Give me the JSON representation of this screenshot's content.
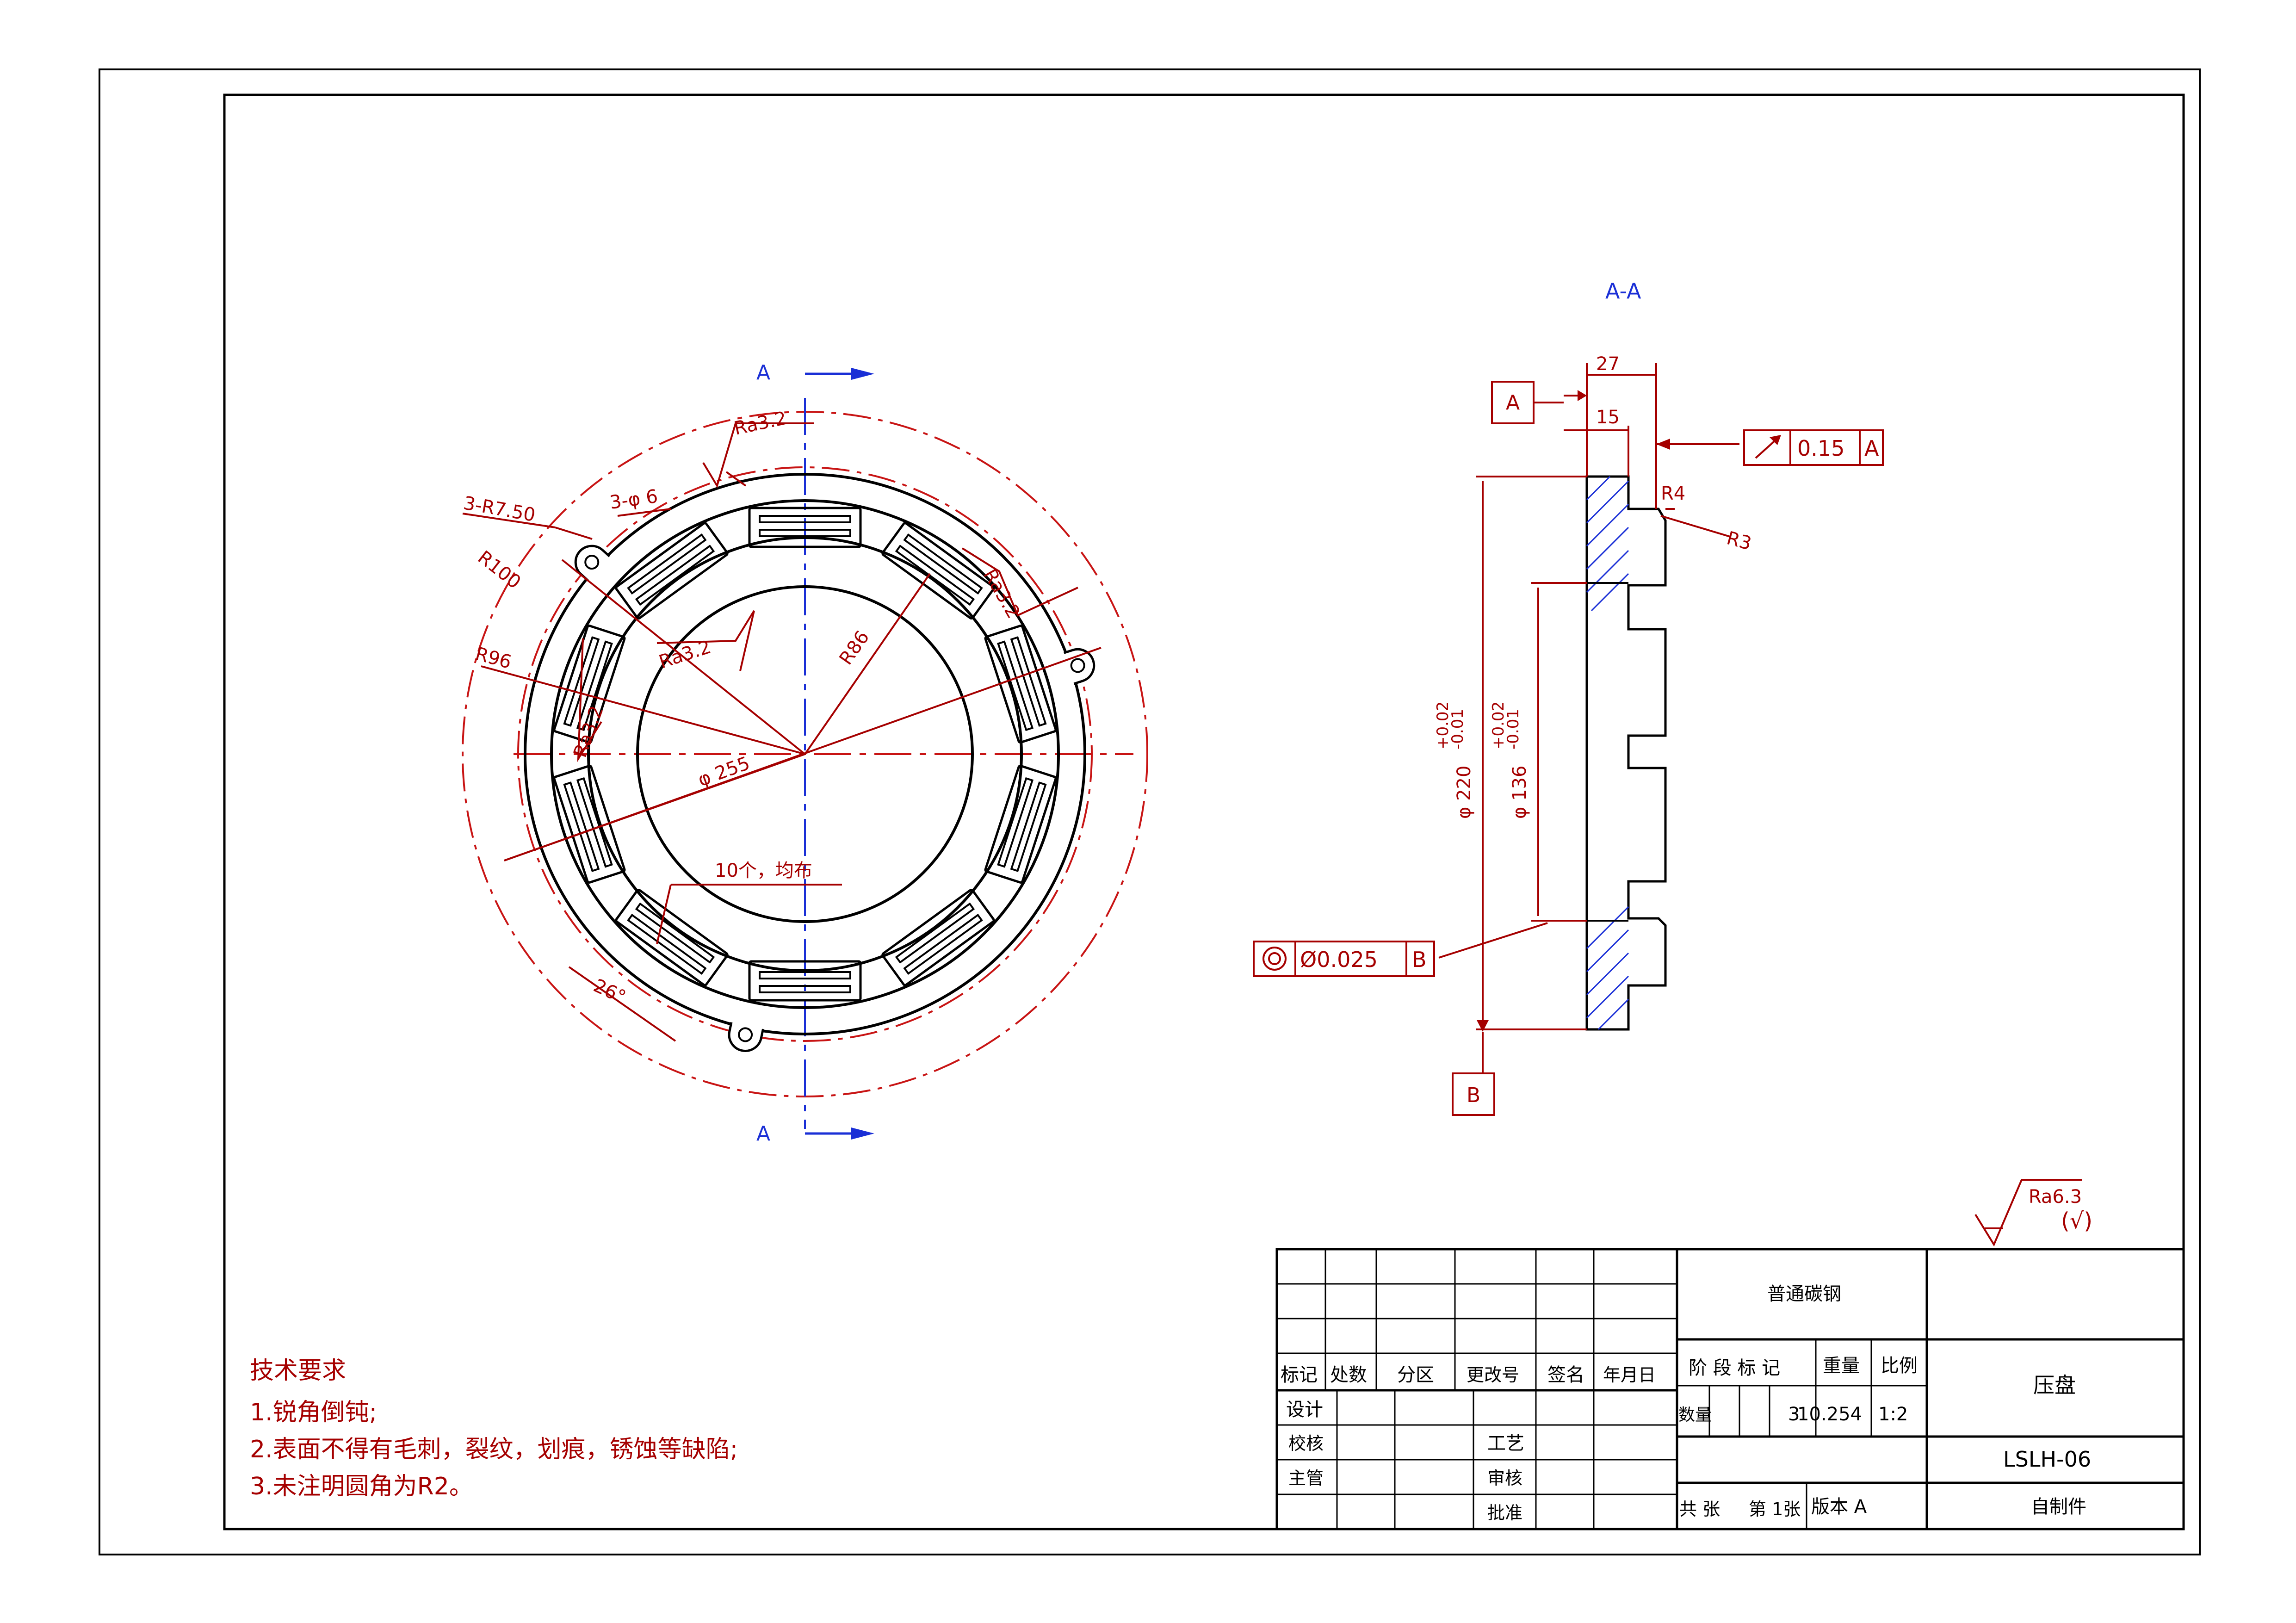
{
  "section": {
    "title": "A-A",
    "cut_label": "A",
    "datum_a": "A",
    "datum_b": "B"
  },
  "front_view": {
    "dims": {
      "r750": "3-R7.50",
      "phi6": "3-φ 6",
      "ra32_top": "Ra3.2",
      "ra32_right": "Ra3.2",
      "ra32_inner": "Ra3.2",
      "ra32_left": "Ra3.2",
      "r100": "R100",
      "r96": "R96",
      "r86": "R86",
      "phi255": "φ 255",
      "slots": "10个，均布",
      "angle26": "26°"
    }
  },
  "section_view": {
    "dims": {
      "d27": "27",
      "d15": "15",
      "r4": "R4",
      "r3": "R3",
      "phi220": "φ 220",
      "phi220_tol_up": "+0.02",
      "phi220_tol_low": "-0.01",
      "phi136": "φ 136",
      "phi136_tol_up": "+0.02",
      "phi136_tol_low": "-0.01"
    },
    "runout": {
      "value": "0.15",
      "datum": "A"
    },
    "concentricity": {
      "value": "Ø0.025",
      "datum": "B"
    }
  },
  "roughness_note": {
    "value": "Ra6.3",
    "paren": "(√)"
  },
  "tech_requirements": {
    "title": "技术要求",
    "items": [
      "1.锐角倒钝;",
      "2.表面不得有毛刺，裂纹，划痕，锈蚀等缺陷;",
      "3.未注明圆角为R2。"
    ]
  },
  "title_block": {
    "material": "普通碳钢",
    "part_name": "压盘",
    "drawing_no": "LSLH-06",
    "source": "自制件",
    "headers": {
      "mark": "标记",
      "count": "处数",
      "zone": "分区",
      "change_no": "更改号",
      "sign": "签名",
      "date": "年月日"
    },
    "roles": {
      "design": "设计",
      "check": "校核",
      "chief": "主管",
      "process": "工艺",
      "review": "审核",
      "approve": "批准"
    },
    "stage_label": "阶 段 标 记",
    "weight_label": "重量",
    "scale_label": "比例",
    "qty_label": "数量",
    "qty": "3",
    "weight": "10.254",
    "scale": "1:2",
    "sheets_total": "共  张",
    "sheet_no": "第 1张",
    "version": "版本  A"
  }
}
